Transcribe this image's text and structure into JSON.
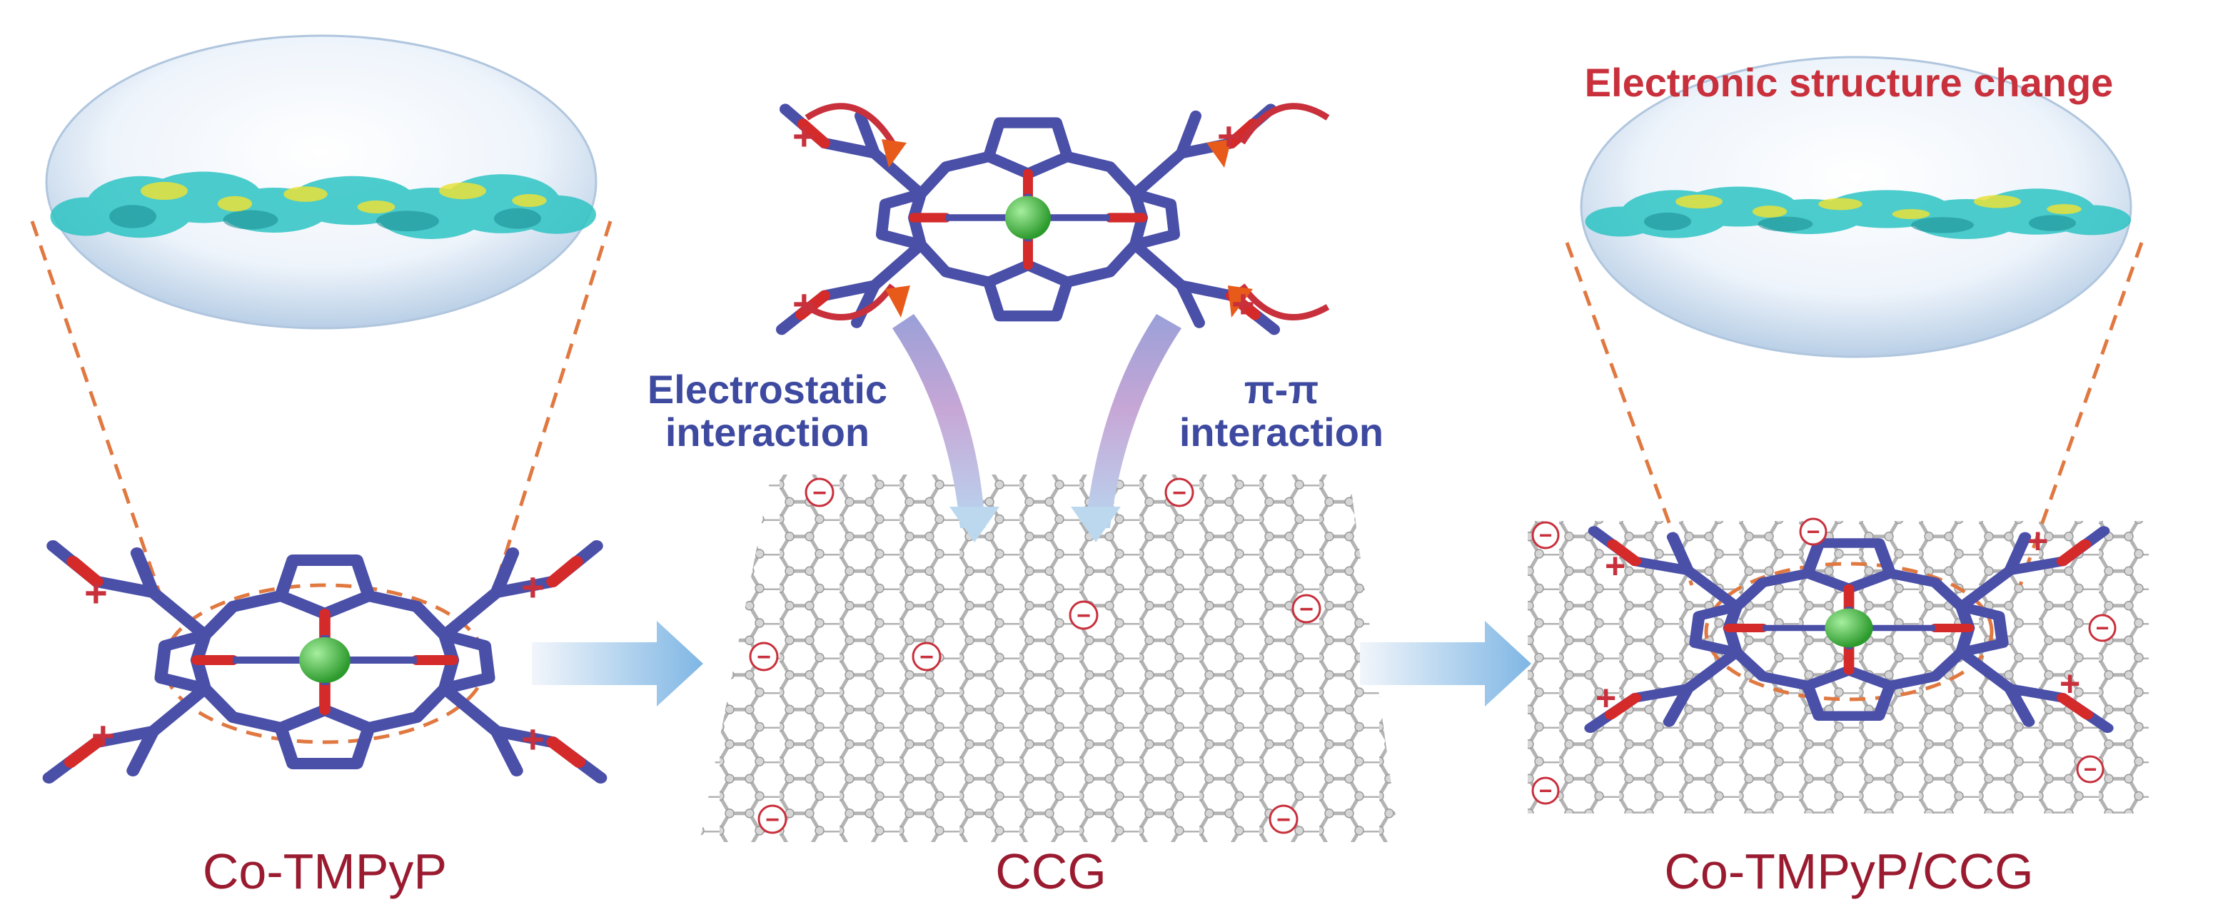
{
  "labels": {
    "co_tmpyp": "Co-TMPyP",
    "ccg": "CCG",
    "composite": "Co-TMPyP/CCG",
    "electrostatic_line1": "Electrostatic",
    "electrostatic_line2": "interaction",
    "pipi_line1": "π-π",
    "pipi_line2": "interaction",
    "electronic_change": "Electronic structure change",
    "plus": "+",
    "minus": "−"
  },
  "colors": {
    "porphyrin": "#4a4fa8",
    "nitrogen": "#d42a2a",
    "cobalt": "#3fb43f",
    "graphene": "#b5b5b5",
    "charge_density_cyan": "#2ec4c4",
    "charge_density_yellow": "#e8e23a",
    "dashed_zoom": "#e07840",
    "arrow_blue": "#8fc3ea",
    "label_dark_red": "#9a1b30",
    "label_blue": "#3d4aa0"
  },
  "icons": [
    "co-atom-icon",
    "plus-charge-icon",
    "minus-charge-icon",
    "process-arrow-icon"
  ]
}
